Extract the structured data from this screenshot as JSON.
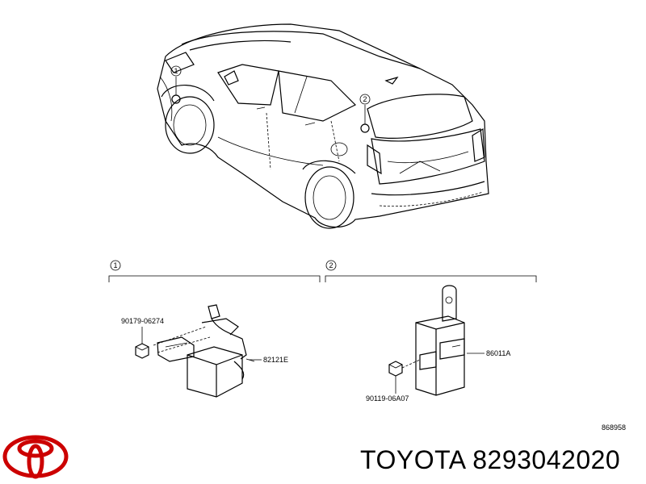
{
  "callouts": {
    "one": "1",
    "two": "2"
  },
  "parts": {
    "bolt_1": "90179-06274",
    "part_1": "82121E",
    "part_2": "86011A",
    "bolt_2": "90119-06A07"
  },
  "diagram_id": "868958",
  "footer": {
    "brand": "TOYOTA",
    "part_number": "8293042020"
  },
  "colors": {
    "logo": "#cc0000",
    "line": "#000000"
  },
  "icons": [
    "toyota-logo-icon"
  ]
}
